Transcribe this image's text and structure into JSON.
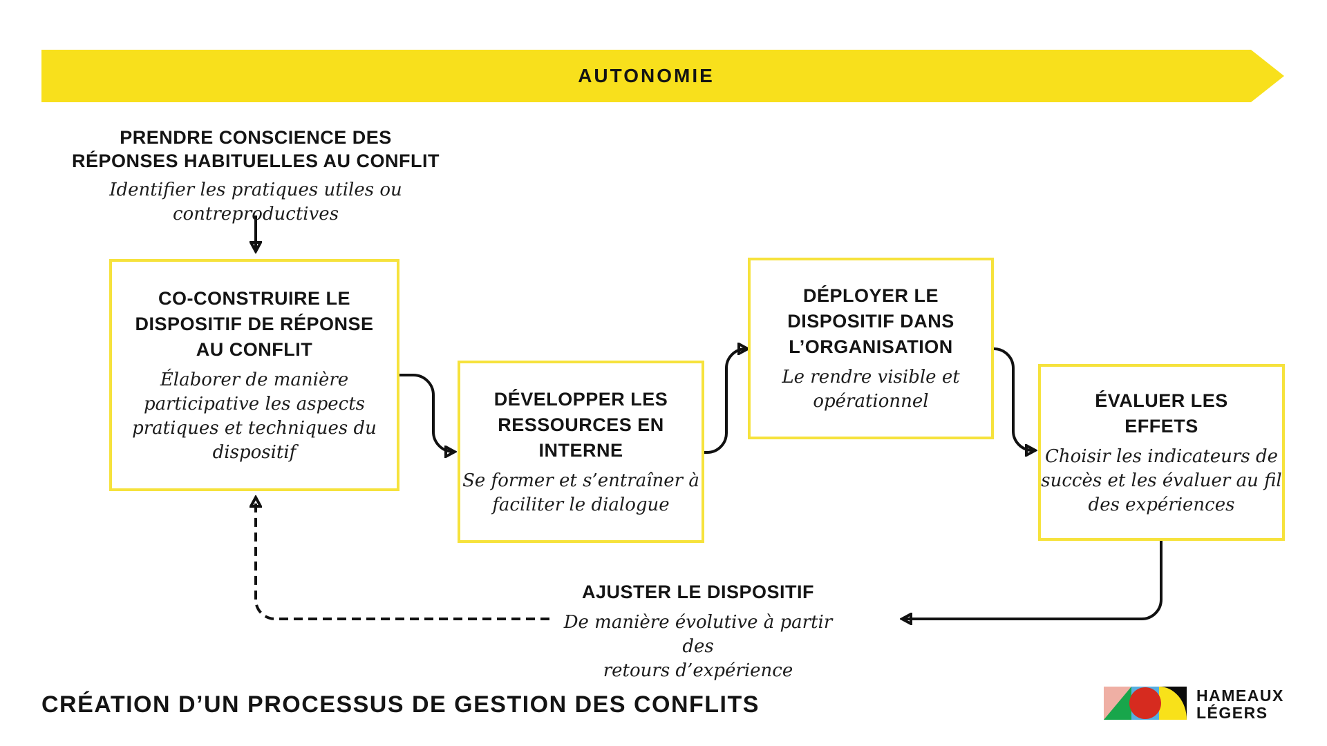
{
  "banner": {
    "label": "AUTONOMIE"
  },
  "flow": {
    "awareness": {
      "title": "PRENDRE CONSCIENCE DES\nRÉPONSES HABITUELLES AU CONFLIT",
      "subtitle": "Identifier les pratiques utiles ou contreproductives"
    },
    "cobuild": {
      "title": "CO-CONSTRUIRE LE\nDISPOSITIF DE RÉPONSE\nAU CONFLIT",
      "subtitle": "Élaborer de manière\nparticipative les aspects\npratiques et techniques du\ndispositif"
    },
    "develop": {
      "title": "DÉVELOPPER LES\nRESSOURCES EN\nINTERNE",
      "subtitle": "Se former et s’entraîner à\nfaciliter le dialogue"
    },
    "deploy": {
      "title": "DÉPLOYER LE\nDISPOSITIF DANS\nL’ORGANISATION",
      "subtitle": "Le rendre visible et\nopérationnel"
    },
    "evaluate": {
      "title": "ÉVALUER LES\nEFFETS",
      "subtitle": "Choisir les indicateurs de\nsuccès et les évaluer au fil\ndes expériences"
    },
    "adjust": {
      "title": "AJUSTER LE DISPOSITIF",
      "subtitle": "De manière évolutive à partir des\nretours d’expérience"
    }
  },
  "footer": {
    "title": "CRÉATION D’UN PROCESSUS DE GESTION DES CONFLITS"
  },
  "logo": {
    "line1": "HAMEAUX",
    "line2": "LÉGERS"
  },
  "colors": {
    "banner_yellow": "#F8E01C",
    "box_border_yellow": "#F6E23C",
    "text_black": "#141414",
    "logo_salmon": "#EFAFA4",
    "logo_green": "#18A64B",
    "logo_blue": "#56AEE0",
    "logo_red": "#D62B1F",
    "logo_yellow": "#F8E11A",
    "logo_black": "#0B0B0B"
  }
}
